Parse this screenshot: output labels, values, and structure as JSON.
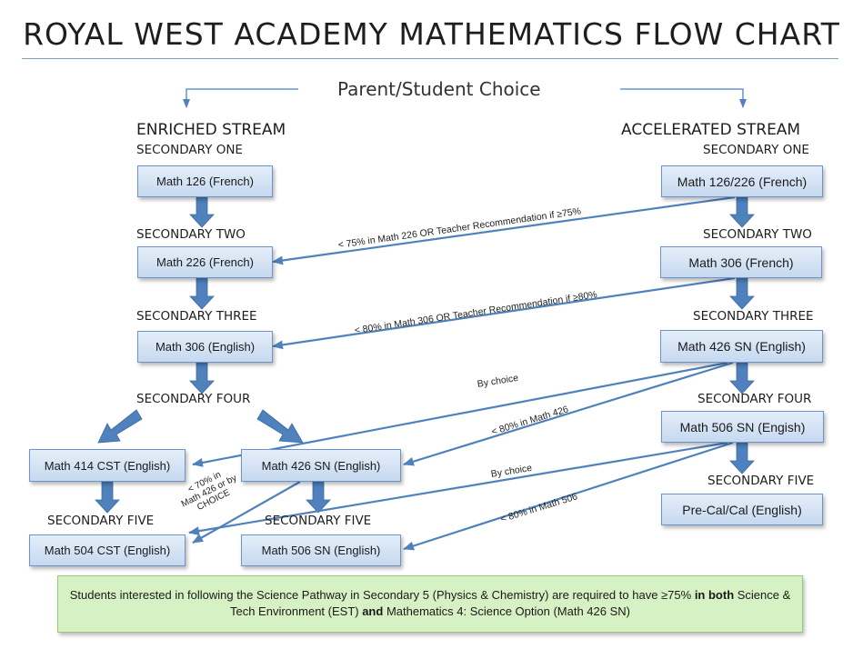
{
  "title": "ROYAL WEST ACADEMY MATHEMATICS FLOW CHART",
  "choice_label": "Parent/Student Choice",
  "streams": {
    "enriched": "ENRICHED STREAM",
    "accelerated": "ACCELERATED STREAM"
  },
  "levels": {
    "sec1": "SECONDARY ONE",
    "sec2": "SECONDARY TWO",
    "sec3": "SECONDARY THREE",
    "sec4": "SECONDARY FOUR",
    "sec5": "SECONDARY FIVE"
  },
  "courses": {
    "e1": "Math 126 (French)",
    "e2": "Math 226 (French)",
    "e3": "Math 306 (English)",
    "cst4": "Math 414 CST (English)",
    "sn4": "Math 426 SN (English)",
    "cst5": "Math 504 CST (English)",
    "sn5": "Math 506 SN (English)",
    "a1": "Math 126/226  (French)",
    "a2": "Math 306 (French)",
    "a3": "Math 426 SN (English)",
    "a4": "Math 506 SN (Engish)",
    "a5": "Pre-Cal/Cal (English)"
  },
  "transition_labels": {
    "t1": "< 75% in Math 226 OR Teacher Recommendation if ≥75%",
    "t2": "< 80% in Math 306 OR Teacher Recommendation if ≥80%",
    "t3": "By choice",
    "t4": "< 80% in Math 426",
    "t5": "By choice",
    "t6": "< 80% in Math 506",
    "t7_line1": "< 70% in",
    "t7_line2": "Math 426 or by",
    "t7_line3": "CHOICE"
  },
  "note": {
    "part1": "Students interested in following the Science Pathway in Secondary 5 (Physics & Chemistry) are required to have ≥75% ",
    "bold1": "in both",
    "part2": " Science & Tech Environment (EST) ",
    "bold2": "and",
    "part3": " Mathematics 4: Science Option (Math 426 SN)"
  },
  "colors": {
    "arrow": "#4f81bd",
    "box_border": "#6d93c7",
    "note_bg": "#d6f1c3"
  }
}
